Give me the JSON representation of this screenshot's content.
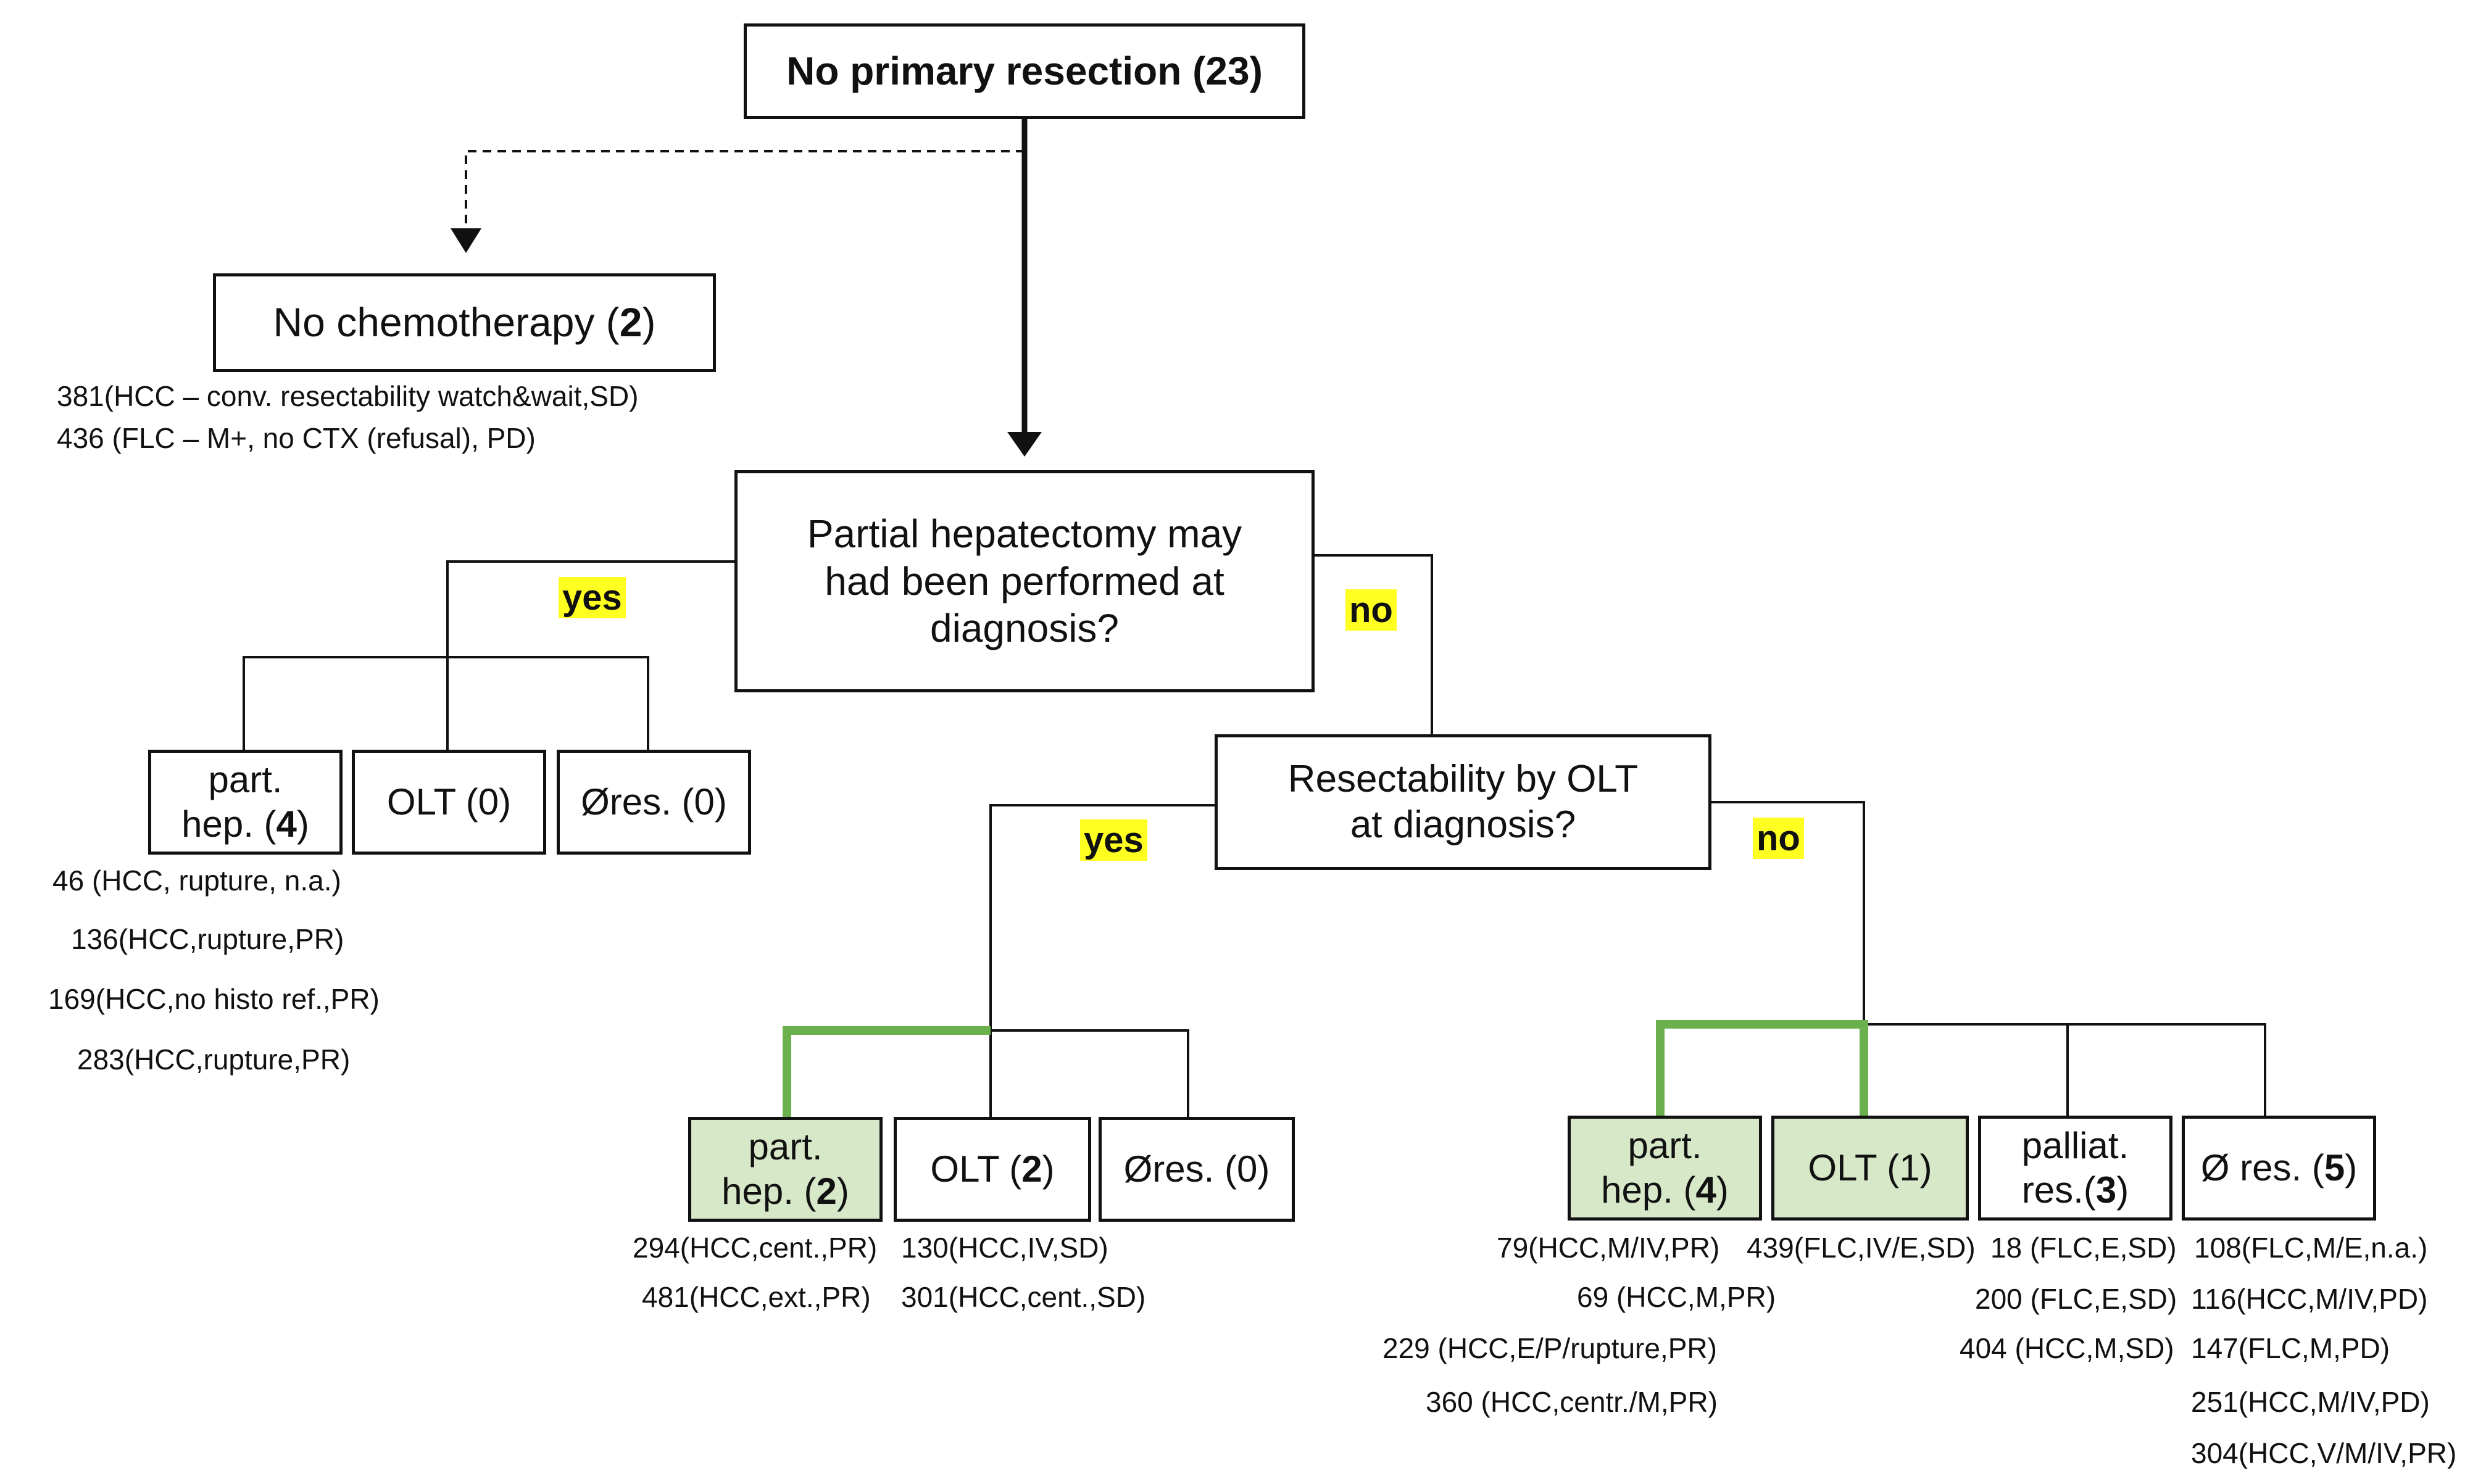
{
  "root": {
    "label": "No primary resection",
    "count": "(23)"
  },
  "nochemo": {
    "label": "No chemotherapy",
    "count_open": "(",
    "count": "2",
    "count_close": ")",
    "notes": [
      "381(HCC – conv. resectability watch&wait,SD)",
      "436 (FLC – M+, no CTX (refusal), PD)"
    ]
  },
  "q1": {
    "line1": "Partial hepatectomy may",
    "line2": "had been performed at",
    "line3": "diagnosis?"
  },
  "q1_yes": "yes",
  "q1_no": "no",
  "left": {
    "parthep": {
      "line1": "part.",
      "line2": "hep. (",
      "count": "4",
      "close": ")"
    },
    "olt": "OLT (0)",
    "nores": "Øres. (0)",
    "notes": [
      "46 (HCC, rupture, n.a.)",
      "136(HCC,rupture,PR)",
      "169(HCC,no histo ref.,PR)",
      "283(HCC,rupture,PR)"
    ]
  },
  "q2": {
    "line1": "Resectability by OLT",
    "line2": "at diagnosis?"
  },
  "q2_yes": "yes",
  "q2_no": "no",
  "mid": {
    "parthep": {
      "line1": "part.",
      "line2": "hep. (",
      "count": "2",
      "close": ")"
    },
    "olt": {
      "pre": "OLT (",
      "count": "2",
      "close": ")"
    },
    "nores": "Øres. (0)",
    "parthep_notes": [
      "294(HCC,cent.,PR)",
      "481(HCC,ext.,PR)"
    ],
    "olt_notes": [
      "130(HCC,IV,SD)",
      "301(HCC,cent.,SD)"
    ]
  },
  "right": {
    "parthep": {
      "line1": "part.",
      "line2": "hep. (",
      "count": "4",
      "close": ")"
    },
    "olt": "OLT (1)",
    "palliat": {
      "line1": "palliat.",
      "line2": "res.(",
      "count": "3",
      "close": ")"
    },
    "nores": {
      "pre": "Ø res. (",
      "count": "5",
      "close": ")"
    },
    "parthep_notes": [
      "79(HCC,M/IV,PR)",
      "69 (HCC,M,PR)",
      "229 (HCC,E/P/rupture,PR)",
      "360 (HCC,centr./M,PR)"
    ],
    "olt_notes": [
      "439(FLC,IV/E,SD)"
    ],
    "palliat_notes": [
      "18 (FLC,E,SD)",
      "200 (FLC,E,SD)",
      "404 (HCC,M,SD)"
    ],
    "nores_notes": [
      "108(FLC,M/E,n.a.)",
      "116(HCC,M/IV,PD)",
      "147(FLC,M,PD)",
      "251(HCC,M/IV,PD)",
      "304(HCC,V/M/IV,PR)"
    ]
  },
  "colors": {
    "highlight": "#ffff22",
    "green_fill": "#d6e8c8",
    "green_line": "#6ab04c"
  }
}
